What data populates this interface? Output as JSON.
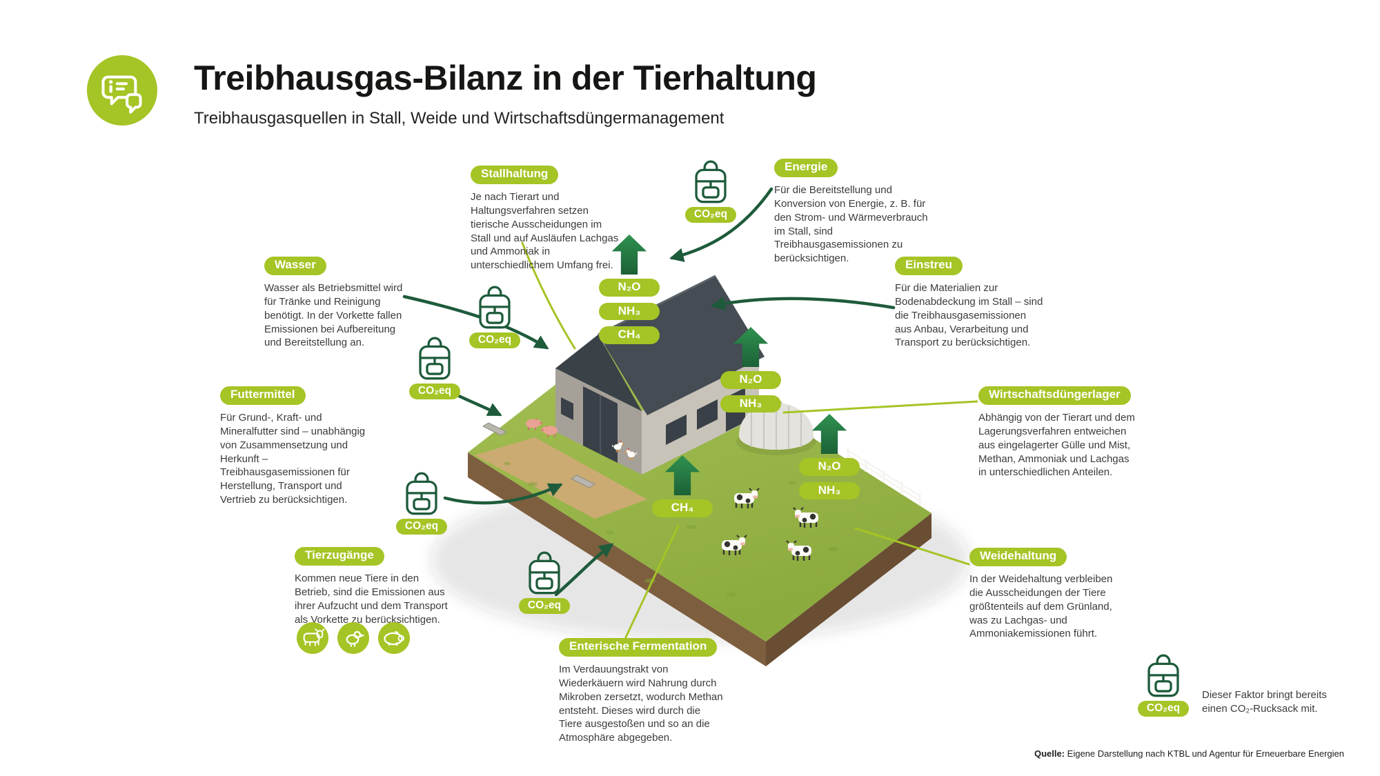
{
  "header": {
    "title": "Treibhausgas-Bilanz in der Tierhaltung",
    "subtitle": "Treibhausgasquellen in Stall, Weide und Wirtschaftsdüngermanagement"
  },
  "labels": {
    "co2eq": "CO₂eq"
  },
  "gases": {
    "n2o": "N₂O",
    "nh3": "NH₃",
    "ch4": "CH₄"
  },
  "sections": {
    "stallhaltung": {
      "label": "Stallhaltung",
      "text": "Je nach Tierart und Haltungsverfahren setzen tierische Ausscheidungen im Stall und auf Ausläufen Lachgas und Ammoniak in unterschiedlichem Umfang frei."
    },
    "energie": {
      "label": "Energie",
      "text": "Für die Bereitstellung und Konversion von Energie, z. B. für den Strom- und Wärmeverbrauch im Stall, sind Treibhausgasemissionen zu berücksichtigen."
    },
    "wasser": {
      "label": "Wasser",
      "text": "Wasser als Betriebsmittel wird für Tränke und Reinigung benötigt. In der Vorkette fallen Emissionen bei Aufbereitung und Bereitstellung an."
    },
    "einstreu": {
      "label": "Einstreu",
      "text": "Für die Materialien zur Bodenabdeckung im Stall – sind die Treibhausgasemissionen aus Anbau, Verarbeitung und Transport zu berücksichtigen."
    },
    "futtermittel": {
      "label": "Futtermittel",
      "text": "Für Grund-, Kraft- und Mineralfutter sind – unabhängig von Zusammensetzung und Herkunft – Treibhausgasemissionen für Herstellung, Transport und Vertrieb zu berücksichtigen."
    },
    "wirtschaftsduengerlager": {
      "label": "Wirtschaftsdüngerlager",
      "text": "Abhängig von der Tierart und dem Lagerungsverfahren entweichen aus eingelagerter Gülle und Mist, Methan, Ammoniak und Lachgas in unterschiedlichen Anteilen."
    },
    "tierzugaenge": {
      "label": "Tierzugänge",
      "text": "Kommen neue Tiere in den Betrieb, sind die Emissionen aus ihrer Aufzucht und dem Transport als Vorkette zu berücksichtigen."
    },
    "weidehaltung": {
      "label": "Weidehaltung",
      "text": "In der Weidehaltung verbleiben die Ausscheidungen der Tiere größtenteils auf dem Grünland, was zu Lachgas- und Ammoniakemissionen führt."
    },
    "enterische_fermentation": {
      "label": "Enterische Fermentation",
      "text": "Im Verdauungstrakt von Wiederkäuern wird Nahrung durch Mikroben zersetzt, wodurch Methan entsteht. Dieses wird durch die Tiere ausgestoßen und so an die Atmosphäre abgegeben."
    }
  },
  "note": {
    "text": "Dieser Faktor bringt bereits einen CO₂-Rucksack mit."
  },
  "source": {
    "label": "Quelle:",
    "text": " Eigene Darstellung nach KTBL und Agentur für Erneuerbare Energien"
  },
  "colors": {
    "accent": "#a5c425",
    "dark_green": "#1e5b3b",
    "arrow_green": "#27804a"
  }
}
